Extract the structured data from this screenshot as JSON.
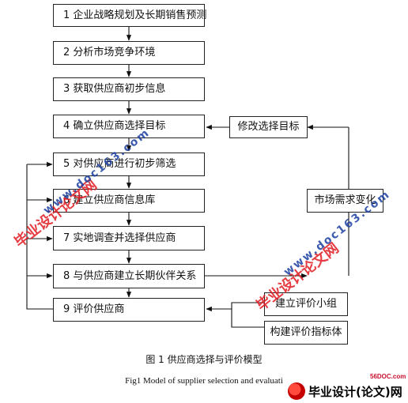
{
  "steps": [
    "1 企业战略规划及长期销售预测",
    "2 分析市场竞争环境",
    "3 获取供应商初步信息",
    "4 确立供应商选择目标",
    "5 对供应商进行初步筛选",
    "6 建立供应商信息库",
    "7 实地调查并选择供应商",
    "8 与供应商建立长期伙伴关系",
    "9 评价供应商"
  ],
  "side_boxes": {
    "modify_target": "修改选择目标",
    "market_change": "市场需求变化",
    "eval_team": "建立评价小组",
    "eval_index": "构建评价指标体"
  },
  "captions": {
    "cn": "图 1  供应商选择与评价模型",
    "en": "Fig1   Model of supplier selection and evaluati"
  },
  "watermarks": {
    "red": "毕业设计论文网",
    "blue": "www.doc163.com"
  },
  "brand": {
    "site": "56DOC.com",
    "name": "毕业设计(论文)网"
  }
}
